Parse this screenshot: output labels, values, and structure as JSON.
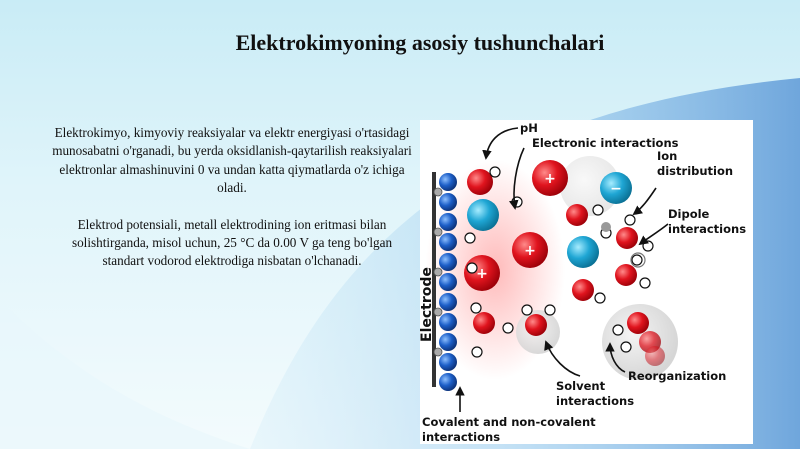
{
  "slide": {
    "title": "Elektrokimyoning asosiy tushunchalari",
    "paragraphs": [
      "Elektrokimyo, kimyoviy reaksiyalar va elektr energiyasi o'rtasidagi munosabatni o'rganadi, bu yerda oksidlanish-qaytarilish reaksiyalari elektronlar almashinuvini 0 va undan katta qiymatlarda o'z ichiga oladi.",
      "Elektrod potensiali, metall elektrodining ion eritmasi bilan solishtirganda, misol uchun, 25 °C da 0.00 V ga teng bo'lgan standart vodorod elektrodiga nisbatan o'lchanadi."
    ]
  },
  "figure": {
    "labels": {
      "ph": "pH",
      "electronic": "Electronic interactions",
      "ion_1": "Ion",
      "ion_2": "distribution",
      "dipole_1": "Dipole",
      "dipole_2": "interactions",
      "electrode": "Electrode",
      "solvent_1": "Solvent",
      "solvent_2": "interactions",
      "reorg": "Reorganization",
      "covalent_1": "Covalent and non-covalent",
      "covalent_2": "interactions"
    },
    "ion_signs": {
      "plus": "+",
      "minus": "−"
    },
    "colors": {
      "cation": "#e0141e",
      "anion": "#1fa6d4",
      "electrode_atom": "#1d5fc8",
      "accent_bg": "#7ab4e6"
    }
  }
}
